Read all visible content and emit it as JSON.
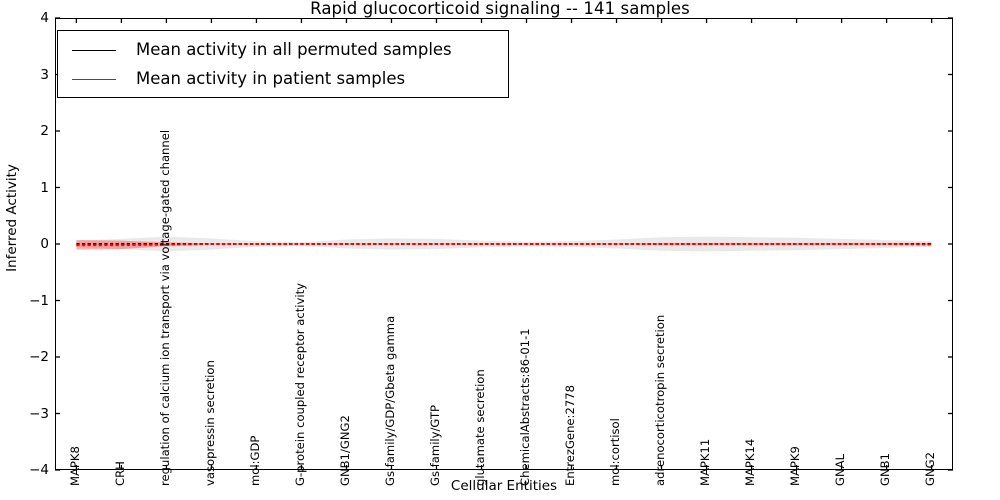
{
  "chart_data": {
    "type": "line",
    "title": "Rapid glucocorticoid signaling -- 141 samples",
    "xlabel": "Cellular Entities",
    "ylabel": "Inferred Activity",
    "ylim": [
      -4,
      4
    ],
    "yticks": [
      4,
      3,
      2,
      1,
      0,
      -1,
      -2,
      -3,
      -4
    ],
    "ytick_labels": [
      "4",
      "3",
      "2",
      "1",
      "0",
      "−1",
      "−2",
      "−3",
      "−4"
    ],
    "grid": false,
    "legend_position": "upper left",
    "categories": [
      "MAPK8",
      "CRH",
      "regulation of calcium ion transport via voltage-gated channel",
      "vasopressin secretion",
      "mol:GDP",
      "G-protein coupled receptor activity",
      "GNB1/GNG2",
      "Gs family/GDP/Gbeta gamma",
      "Gs family/GTP",
      "glutamate secretion",
      "ChemicalAbstracts:86-01-1",
      "EntrezGene:2778",
      "mol:cortisol",
      "adrenocorticotropin secretion",
      "MAPK11",
      "MAPK14",
      "MAPK9",
      "GNAL",
      "GNB1",
      "GNG2"
    ],
    "series": [
      {
        "name": "Mean activity in all permuted samples",
        "color": "#000000",
        "style": "dotted",
        "values": [
          0.0,
          0.0,
          0.0,
          0.0,
          0.0,
          0.0,
          0.0,
          0.0,
          0.0,
          0.0,
          0.0,
          0.0,
          0.0,
          0.0,
          0.0,
          0.0,
          0.0,
          0.0,
          0.0,
          0.0
        ],
        "band_color": "#b0b0b0",
        "band_upper": [
          0.06,
          0.09,
          0.13,
          0.1,
          0.05,
          0.03,
          0.08,
          0.1,
          0.09,
          0.06,
          0.04,
          0.05,
          0.08,
          0.12,
          0.13,
          0.12,
          0.11,
          0.09,
          0.07,
          0.05
        ],
        "band_lower": [
          -0.06,
          -0.09,
          -0.13,
          -0.1,
          -0.05,
          -0.03,
          -0.08,
          -0.1,
          -0.09,
          -0.06,
          -0.04,
          -0.05,
          -0.08,
          -0.12,
          -0.13,
          -0.12,
          -0.11,
          -0.09,
          -0.07,
          -0.05
        ]
      },
      {
        "name": "Mean activity in patient samples",
        "color": "#ff0000",
        "style": "dotted",
        "values": [
          -0.02,
          -0.02,
          -0.01,
          0.0,
          0.0,
          0.0,
          0.0,
          0.0,
          0.0,
          0.0,
          0.0,
          0.0,
          0.0,
          0.0,
          0.0,
          0.0,
          0.0,
          0.0,
          0.0,
          -0.01
        ],
        "band_color": "#ff0000",
        "band_upper": [
          0.07,
          0.06,
          0.03,
          0.01,
          0.01,
          0.01,
          0.01,
          0.01,
          0.01,
          0.01,
          0.01,
          0.01,
          0.01,
          0.02,
          0.02,
          0.02,
          0.02,
          0.02,
          0.02,
          0.02
        ],
        "band_lower": [
          -0.1,
          -0.09,
          -0.04,
          -0.01,
          -0.01,
          -0.01,
          -0.01,
          -0.01,
          -0.01,
          -0.01,
          -0.01,
          -0.01,
          -0.01,
          -0.02,
          -0.02,
          -0.02,
          -0.02,
          -0.02,
          -0.02,
          -0.02
        ]
      }
    ]
  },
  "legend": {
    "items": [
      {
        "label": "Mean activity in all permuted samples",
        "color": "#000000"
      },
      {
        "label": "Mean activity in patient samples",
        "color": "#ff0000"
      }
    ]
  }
}
